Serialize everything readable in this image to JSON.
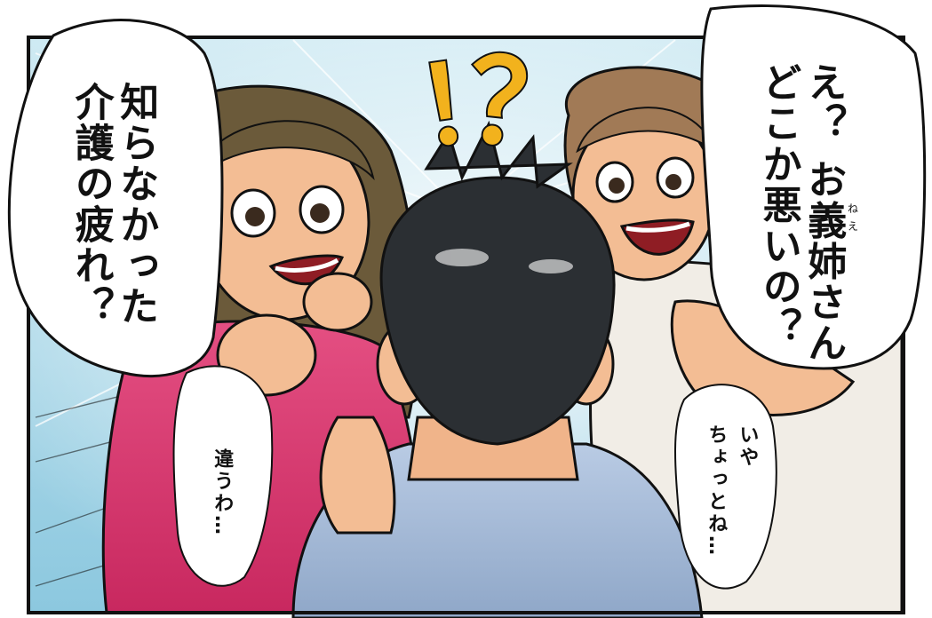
{
  "panel": {
    "speech_left": "知らなかった\n介護の疲れ？",
    "speech_right": "え？ お義姉さん\nどこか悪いの？",
    "furigana_right": [
      "ね",
      "え"
    ],
    "whisper_left": "違うわ…",
    "whisper_right": "いや\nちょっとね…",
    "sfx": [
      "！",
      "？"
    ]
  },
  "colors": {
    "sky": "#9ad3e6",
    "frame": "#111111",
    "left_woman_top": "#e0457a",
    "right_woman_top": "#f1ede6",
    "man_shirt": "#a7bcd9",
    "man_hair": "#2b2f33",
    "accent": "#f2b21d"
  }
}
